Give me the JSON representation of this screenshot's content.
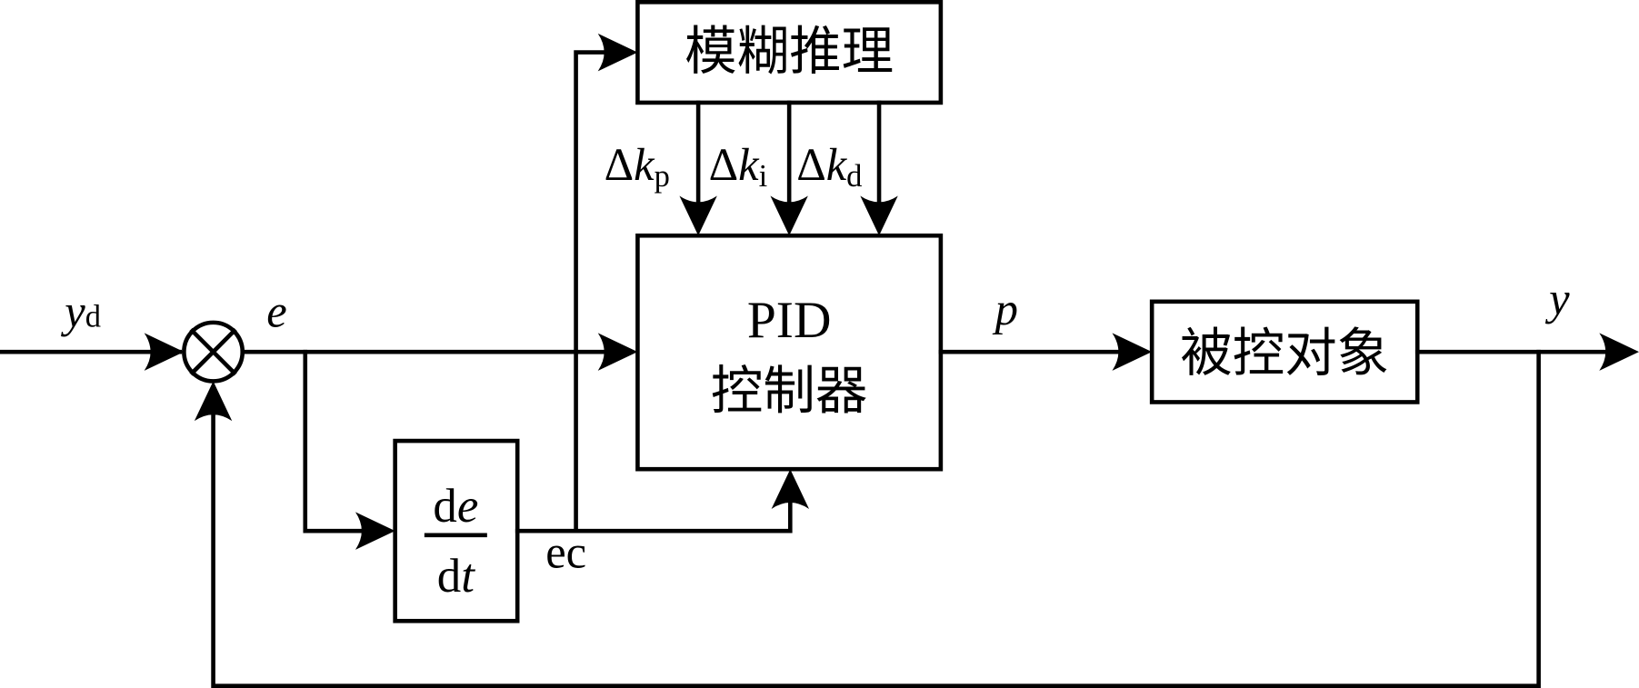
{
  "diagram": {
    "type": "block-diagram",
    "title": "Fuzzy PID control system",
    "blocks": {
      "fuzzy": {
        "label": "模糊推理"
      },
      "pid": {
        "label_line1": "PID",
        "label_line2": "控制器"
      },
      "plant": {
        "label": "被控对象"
      },
      "derivative": {
        "numerator": "d",
        "numerator_var": "e",
        "denominator": "d",
        "denominator_var": "t"
      }
    },
    "signals": {
      "reference": {
        "symbol": "y",
        "subscript": "d"
      },
      "error": {
        "symbol": "e"
      },
      "error_change": {
        "label": "ec"
      },
      "control": {
        "symbol": "p"
      },
      "output": {
        "symbol": "y"
      },
      "delta_kp": {
        "delta": "Δ",
        "symbol": "k",
        "subscript": "p"
      },
      "delta_ki": {
        "delta": "Δ",
        "symbol": "k",
        "subscript": "i"
      },
      "delta_kd": {
        "delta": "Δ",
        "symbol": "k",
        "subscript": "d"
      }
    },
    "summing_junction": {
      "symbol": "⊗"
    }
  }
}
